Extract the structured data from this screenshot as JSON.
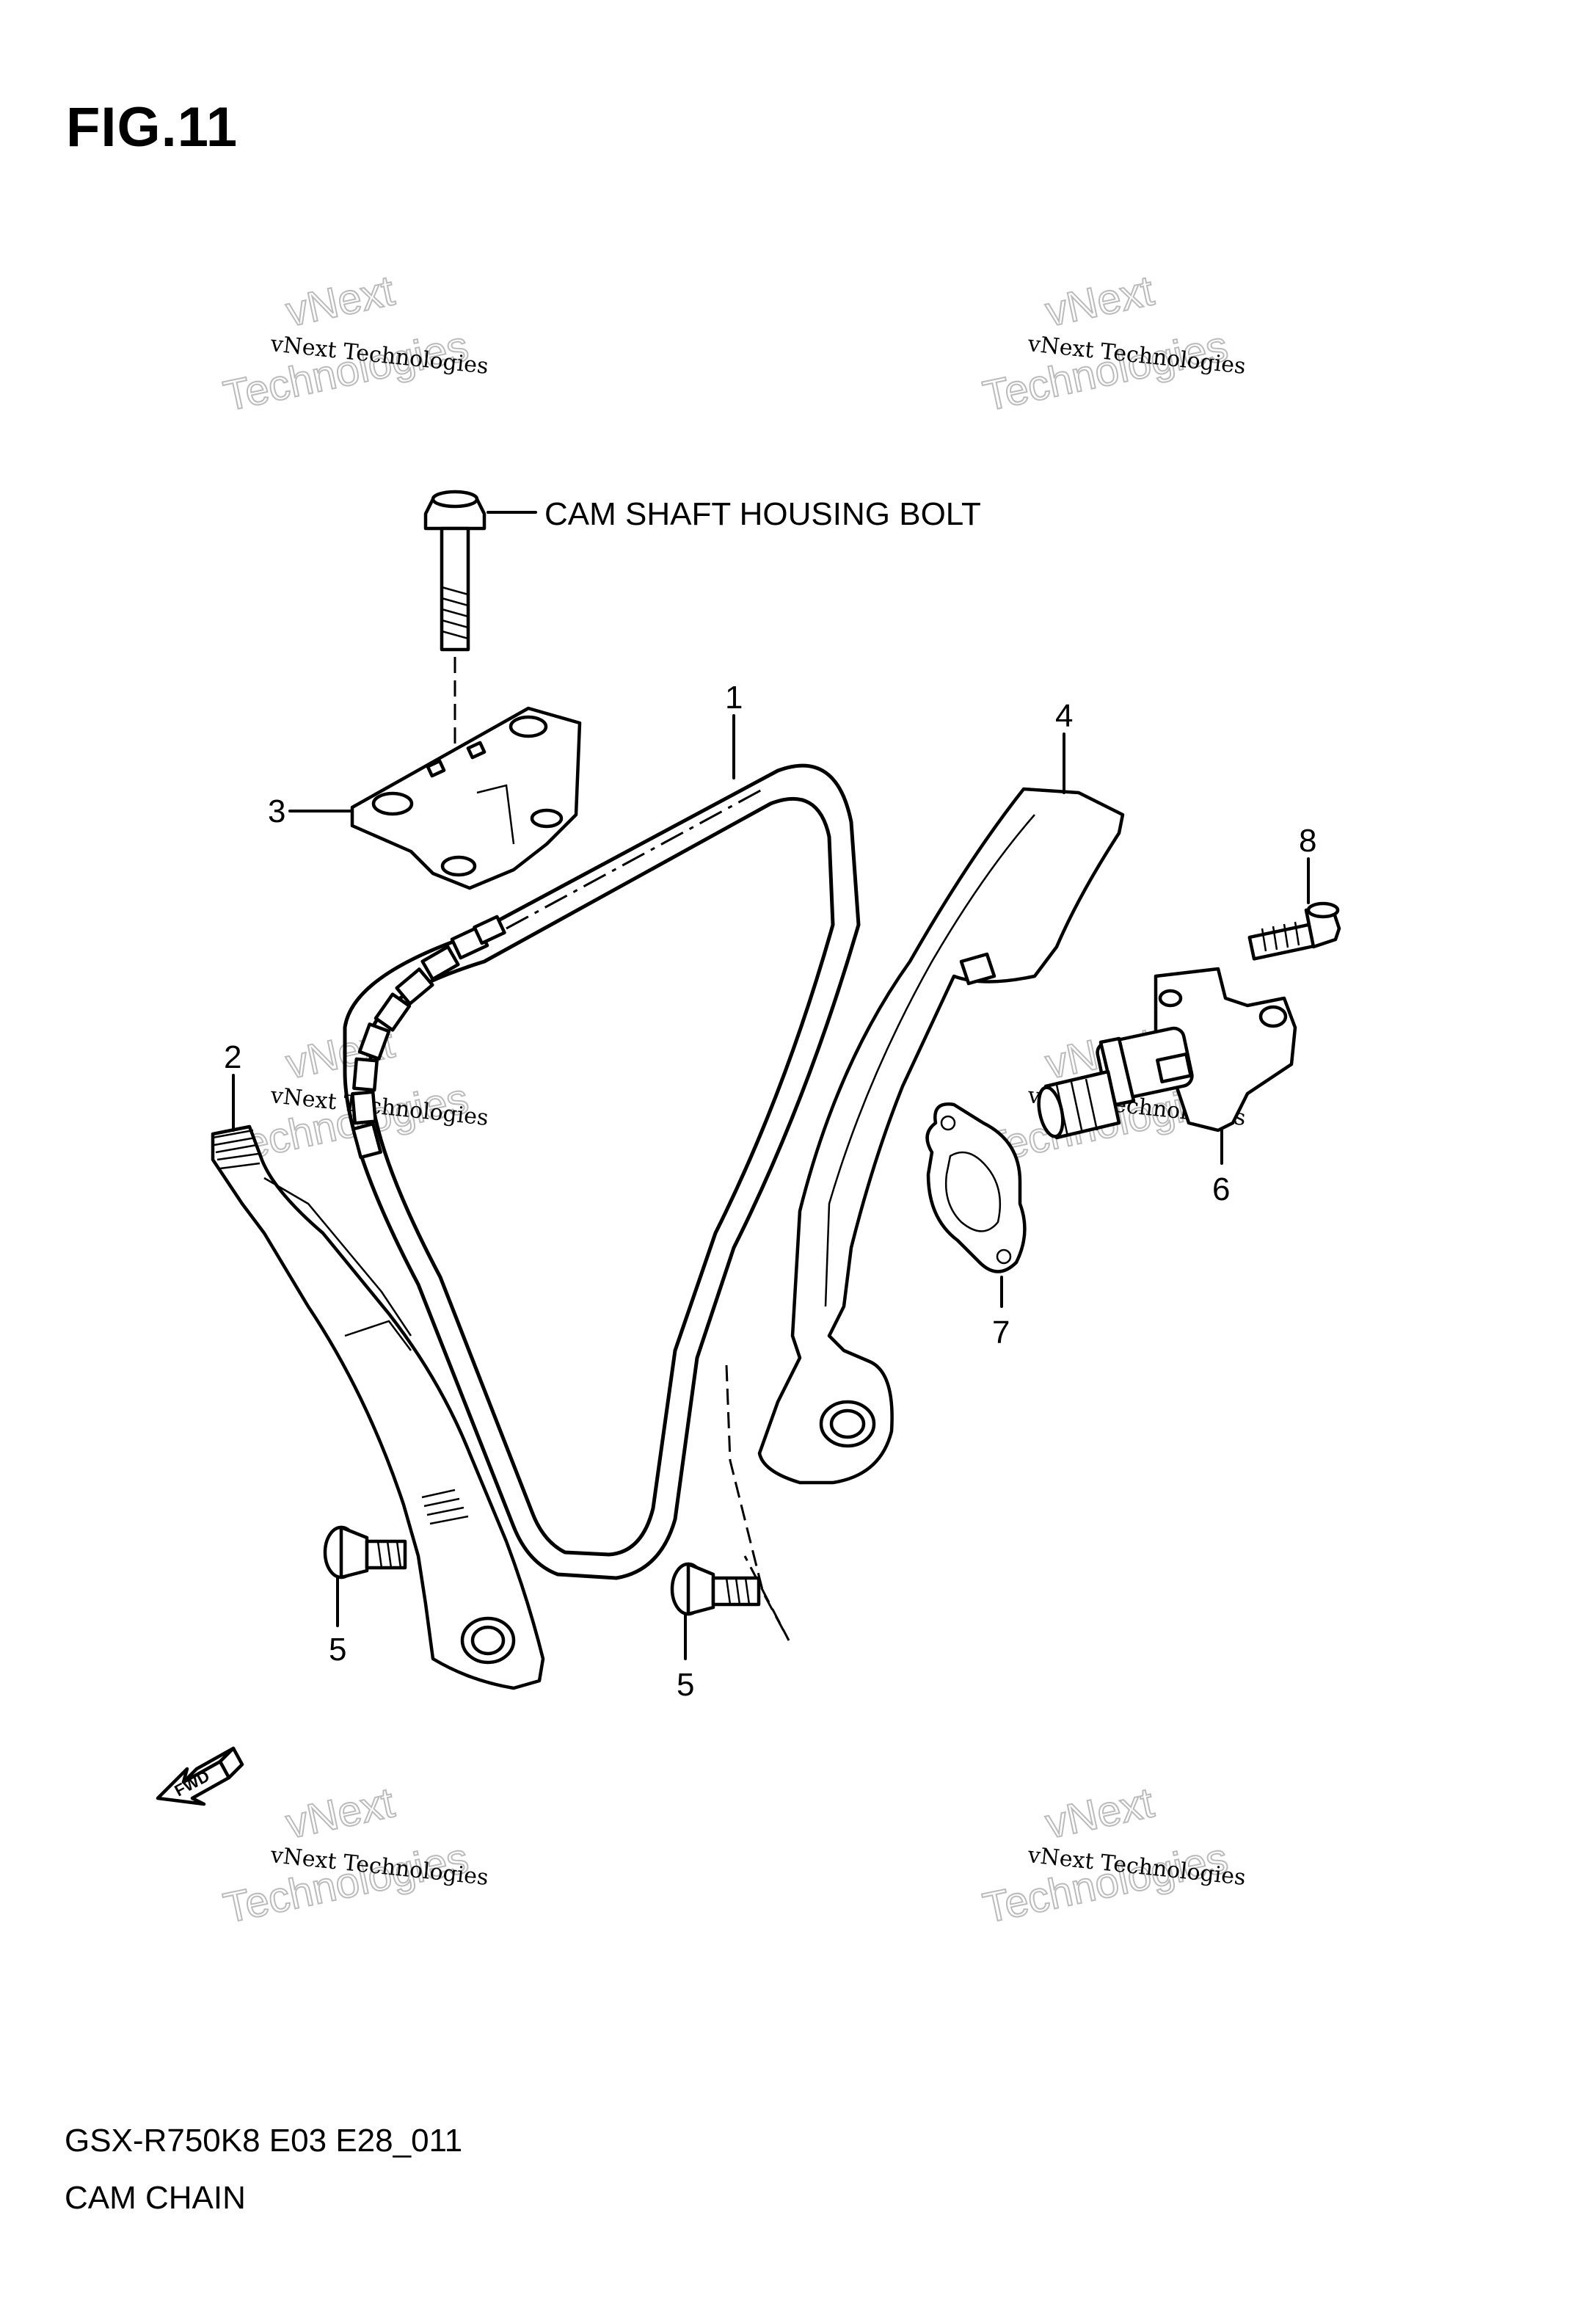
{
  "figure": {
    "title": "FIG.11",
    "model_code": "GSX-R750K8 E03 E28_011",
    "name": "CAM CHAIN"
  },
  "callouts": {
    "cam_shaft_housing_bolt": "CAM SHAFT HOUSING BOLT",
    "part_1": "1",
    "part_2": "2",
    "part_3": "3",
    "part_4": "4",
    "part_5a": "5",
    "part_5b": "5",
    "part_6": "6",
    "part_7": "7",
    "part_8": "8"
  },
  "fwd_arrow": {
    "label": "FWD"
  },
  "watermark": {
    "line_small": "vNext Technologies",
    "line_large_a": "vNext",
    "line_large_b": "Technologies"
  }
}
